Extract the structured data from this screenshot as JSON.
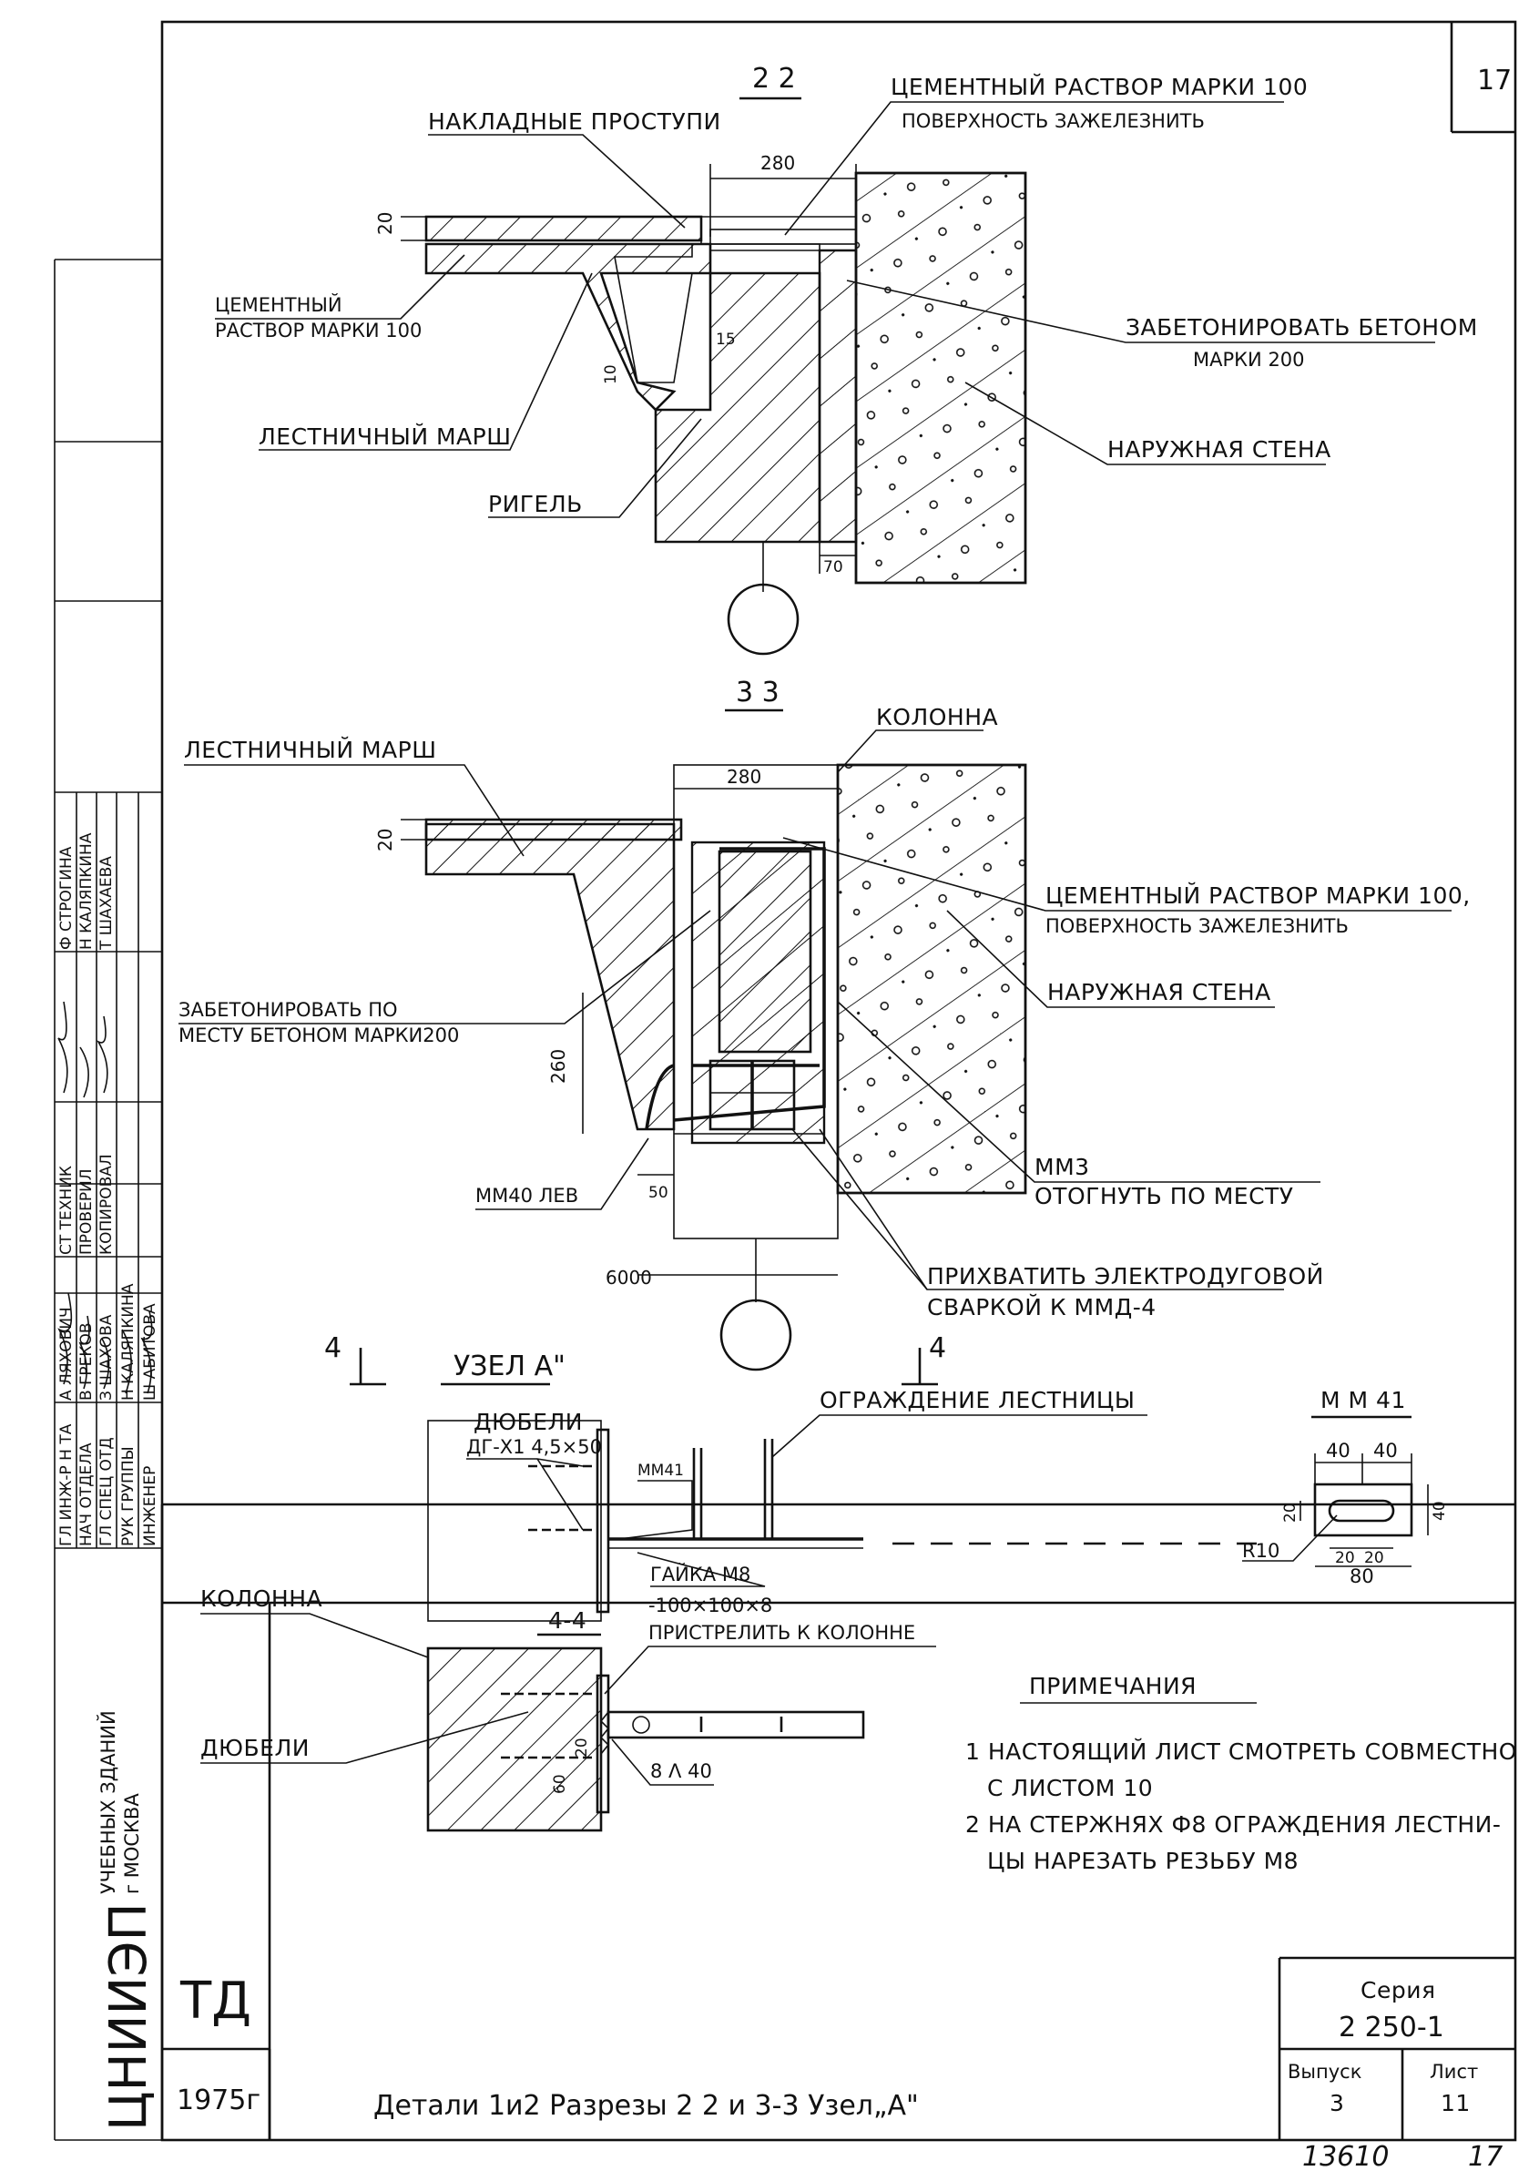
{
  "sheet": {
    "page_number": "17",
    "org": {
      "name": "ЦНИИЭП",
      "line1": "УЧЕБНЫХ ЗДАНИЙ",
      "line2": "г МОСКВА"
    },
    "stamp": {
      "left_roles": [
        "ГЛ ИНЖ-Р Н ТА",
        "НАЧ ОТДЕЛА",
        "ГЛ СПЕЦ ОТД",
        "РУК ГРУППЫ",
        "ИНЖЕНЕР"
      ],
      "left_names": [
        "А ЛЯХОВИЧ",
        "В ГРЕКОВ",
        "З ШАХОВА",
        "Н КАЛЯПКИНА",
        "Ш АБИТОВА"
      ],
      "right_roles": [
        "СТ ТЕХНИК",
        "ПРОВЕРИЛ",
        "КОПИРОВАЛ"
      ],
      "right_names": [
        "Ф СТРОГИНА",
        "Н КАЛЯПКИНА",
        "Т ШАХАЕВА"
      ]
    },
    "title_block": {
      "td": "ТД",
      "year": "1975г",
      "title": "Детали 1и2 Разрезы 2 2 и 3-3 Узел„А\"",
      "series_label": "Серия",
      "series_value": "2 250-1",
      "issue_label": "Выпуск",
      "issue_value": "3",
      "sheet_label": "Лист",
      "sheet_value": "11"
    },
    "footer": {
      "inventory": "13610",
      "page": "17"
    }
  },
  "section22": {
    "title": "2 2",
    "labels": {
      "overlay_steps": "НАКЛАДНЫЕ ПРОСТУПИ",
      "mortar_top": "ЦЕМЕНТНЫЙ РАСТВОР МАРКИ 100",
      "mortar_top2": "ПОВЕРХНОСТЬ ЗАЖЕЛЕЗНИТЬ",
      "mortar_left": "ЦЕМЕНТНЫЙ",
      "mortar_left2": "РАСТВОР МАРКИ 100",
      "concrete": "ЗАБЕТОНИРОВАТЬ БЕТОНОМ",
      "concrete2": "МАРКИ 200",
      "stair_flight": "ЛЕСТНИЧНЫЙ МАРШ",
      "ext_wall": "НАРУЖНАЯ СТЕНА",
      "girder": "РИГЕЛЬ"
    },
    "dims": {
      "w280": "280",
      "d20": "20",
      "d15": "15",
      "d10": "10",
      "d70": "70"
    }
  },
  "section33": {
    "title": "3 3",
    "labels": {
      "column": "КОЛОННА",
      "stair_flight": "ЛЕСТНИЧНЫЙ МАРШ",
      "mortar": "ЦЕМЕНТНЫЙ РАСТВОР МАРКИ 100,",
      "mortar2": "ПОВЕРХНОСТЬ ЗАЖЕЛЕЗНИТЬ",
      "ext_wall": "НАРУЖНАЯ СТЕНА",
      "concrete": "ЗАБЕТОНИРОВАТЬ ПО",
      "concrete2": "МЕСТУ БЕТОНОМ МАРКИ200",
      "mm3": "ММ3",
      "mm3_note": "ОТОГНУТЬ ПО МЕСТУ",
      "mm40": "ММ40 ЛЕВ",
      "weld": "ПРИХВАТИТЬ ЭЛЕКТРОДУГОВОЙ",
      "weld2": "СВАРКОЙ К ММД-4"
    },
    "dims": {
      "w280": "280",
      "d20": "20",
      "h260": "260",
      "d50": "50",
      "l6000": "6000"
    }
  },
  "nodeA": {
    "title": "УЗЕЛ А\"",
    "cut_mark": "4",
    "labels": {
      "dowels": "ДЮБЕЛИ",
      "dowel_spec": "ДГ-Х1 4,5×50",
      "railing": "ОГРАЖДЕНИЕ ЛЕСТНИЦЫ",
      "mm41": "ММ41",
      "nut": "ГАЙКА М8",
      "column": "КОЛОННА",
      "plate": "-100×100×8",
      "plate_note": "ПРИСТРЕЛИТЬ К КОЛОННЕ",
      "section44": "4-4",
      "dowels2": "ДЮБЕЛИ",
      "weld_sym": "8 Λ 40",
      "d60": "60",
      "d20": "20"
    }
  },
  "mm41": {
    "title": "М М 41",
    "dims": {
      "a": "40",
      "b": "40",
      "h20": "20",
      "h40": "40",
      "r": "R10",
      "c": "20",
      "d": "20",
      "w80": "80"
    }
  },
  "notes": {
    "title": "ПРИМЕЧАНИЯ",
    "items": [
      "1 НАСТОЯЩИЙ ЛИСТ СМОТРЕТЬ СОВМЕСТНО",
      "С ЛИСТОМ 10",
      "2 НА СТЕРЖНЯХ Ф8 ОГРАЖДЕНИЯ ЛЕСТНИ-",
      "ЦЫ НАРЕЗАТЬ РЕЗЬБУ М8"
    ]
  }
}
